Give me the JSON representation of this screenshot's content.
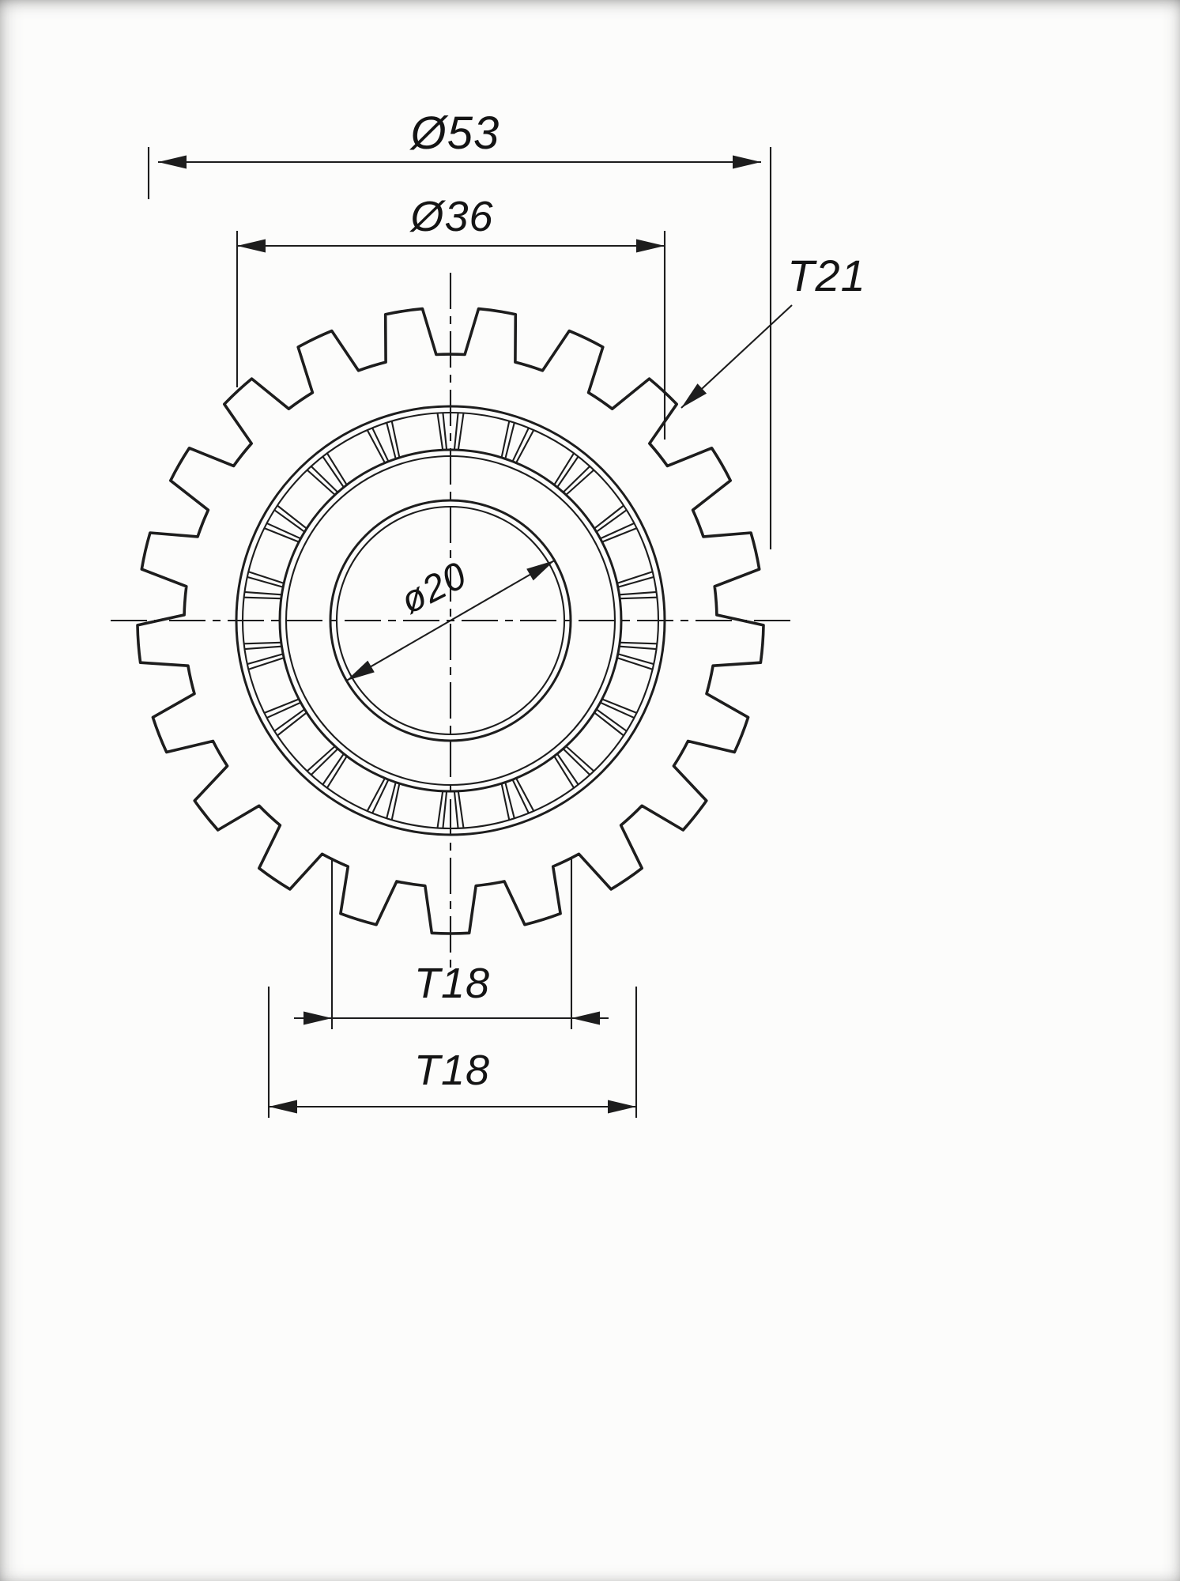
{
  "drawing": {
    "type": "technical-drawing",
    "labels": {
      "dim_outer_diameter": "Ø53",
      "dim_ring_diameter": "Ø36",
      "dim_bore_diameter": "ø20",
      "teeth_outer": "T21",
      "teeth_inner_upper": "T18",
      "teeth_inner_lower": "T18"
    },
    "geometry": {
      "outer_teeth": 21,
      "spline_teeth": 18
    },
    "colors": {
      "line": "#1d1d1d",
      "background": "#fcfcfb"
    }
  }
}
